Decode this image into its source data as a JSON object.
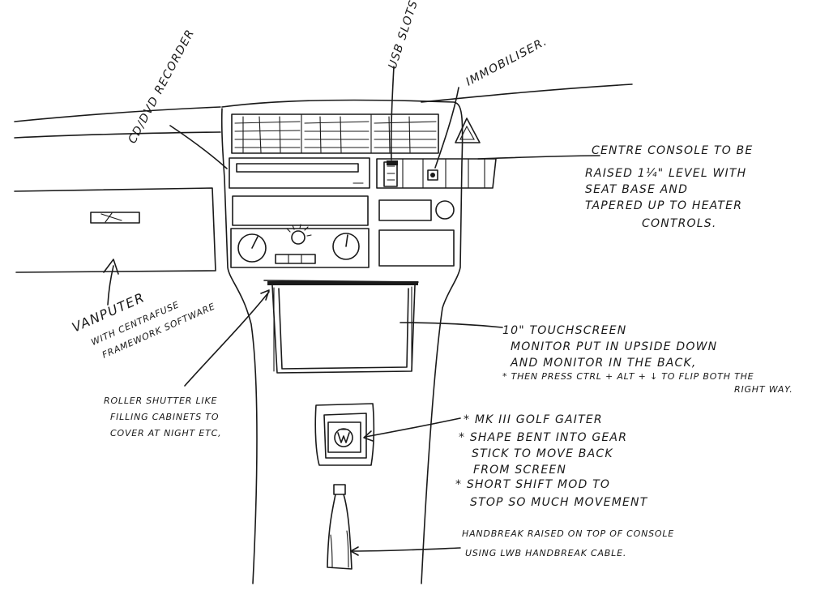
{
  "labels": {
    "cd_dvd": "CD/DVD RECORDER",
    "usb": "USB SLOTS",
    "immobiliser": "IMMOBILISER.",
    "centre_console": [
      "CENTRE CONSOLE TO BE",
      "RAISED 1¼\" LEVEL WITH",
      "SEAT BASE AND",
      "TAPERED UP TO HEATER",
      "CONTROLS."
    ],
    "vanputer": [
      "VANPUTER",
      "WITH CENTRAFUSE",
      "FRAMEWORK SOFTWARE"
    ],
    "touchscreen": [
      "10\" TOUCHSCREEN",
      "MONITOR PUT IN UPSIDE DOWN",
      "AND MONITOR IN THE BACK,",
      "* THEN PRESS CTRL + ALT + ↓ TO FLIP BOTH THE",
      "RIGHT WAY."
    ],
    "roller_shutter": [
      "ROLLER SHUTTER LIKE",
      "FILLING CABINETS TO",
      "COVER AT NIGHT ETC,"
    ],
    "gear": [
      "* MK III GOLF GAITER",
      "* SHAPE BENT INTO GEAR",
      "STICK TO MOVE BACK",
      "FROM SCREEN",
      "* SHORT SHIFT MOD TO",
      "STOP SO MUCH MOVEMENT"
    ],
    "handbrake": [
      "HANDBREAK RAISED ON TOP OF CONSOLE",
      "USING LWB HANDBREAK CABLE."
    ]
  }
}
